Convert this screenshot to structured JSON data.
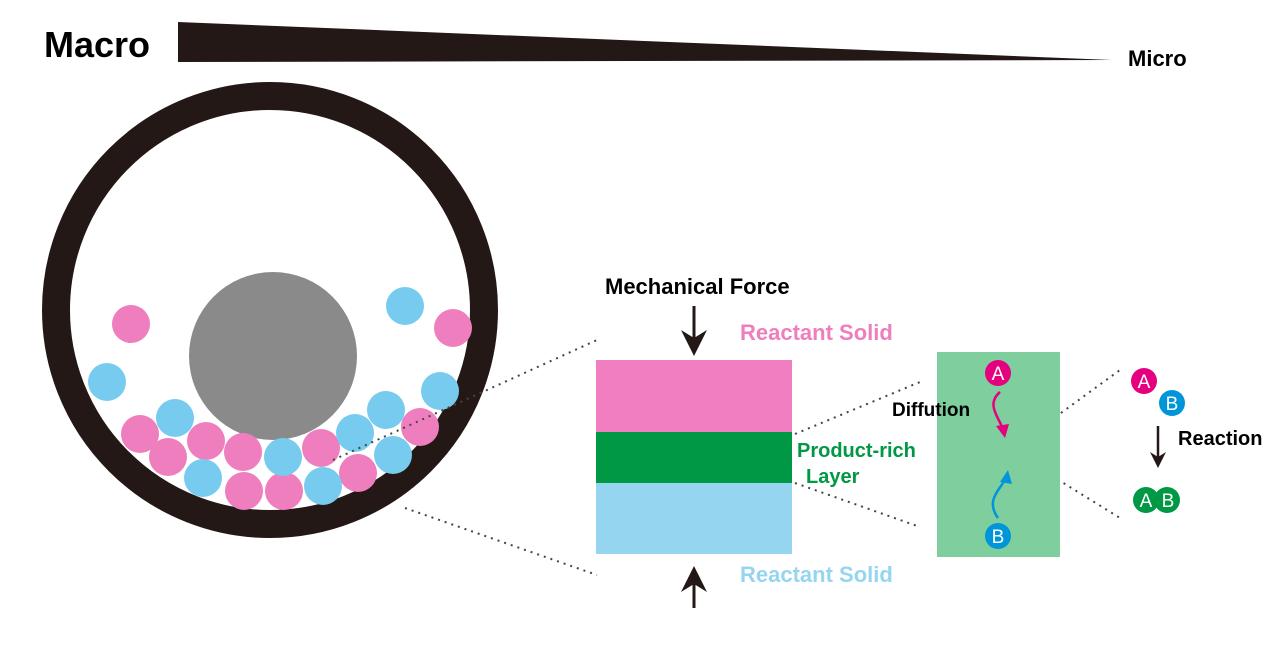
{
  "scale": {
    "left_label": "Macro",
    "right_label": "Micro"
  },
  "force": {
    "label": "Mechanical Force"
  },
  "layers": {
    "top": "Reactant Solid",
    "product_line1": "Product-rich",
    "product_line2": "Layer",
    "bottom": "Reactant Solid"
  },
  "diffusion": {
    "label": "Diffution",
    "molecule_a": "A",
    "molecule_b": "B"
  },
  "reaction": {
    "label": "Reaction",
    "reactant_a": "A",
    "reactant_b": "B",
    "product_a": "A",
    "product_b": "B"
  },
  "colors": {
    "pink": "#EF7EBE",
    "blue": "#77CBEF",
    "green": "#009844",
    "light_green": "#7ECE9E",
    "magenta": "#E4007F",
    "cyan": "#0095D9",
    "gray": "#8A8A8A",
    "jar": "#231815",
    "pink_layer": "#F07EC0",
    "blue_layer": "#96D5F0"
  }
}
